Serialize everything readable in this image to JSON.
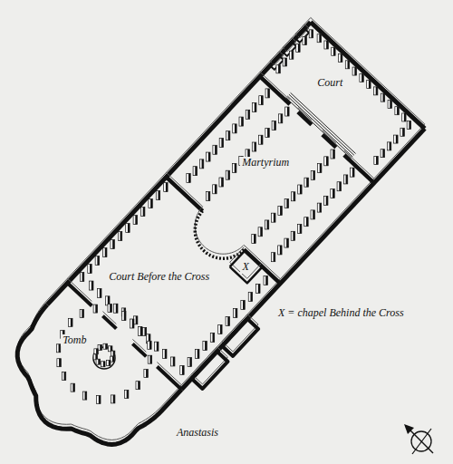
{
  "diagram": {
    "labels": [
      "Court",
      "Martyrium",
      "X",
      "X = chapel Behind the Cross",
      "Court Before the Cross",
      "Tomb",
      "Anastasis"
    ]
  }
}
